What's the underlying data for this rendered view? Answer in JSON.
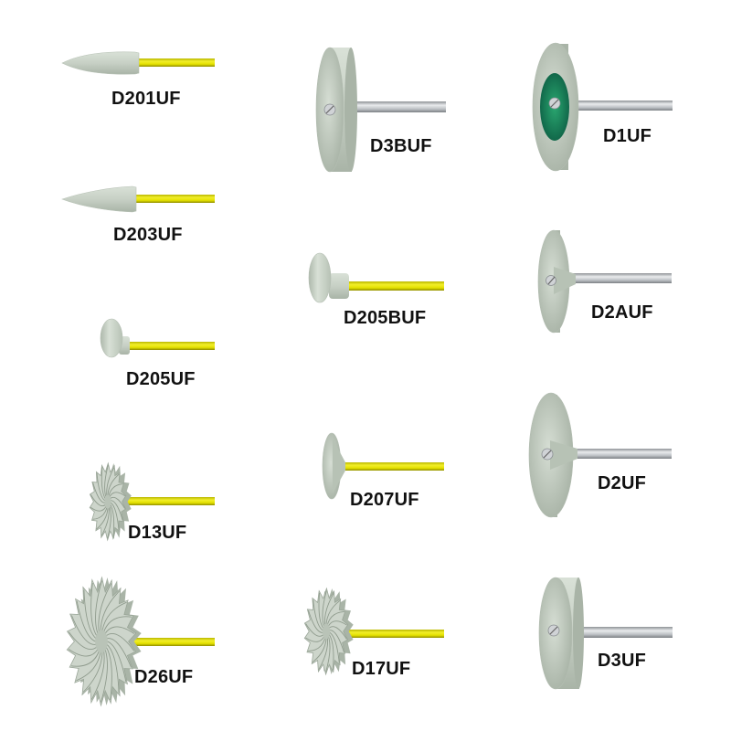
{
  "products": [
    {
      "code": "D201UF",
      "shape": "cone",
      "shank": "yellow"
    },
    {
      "code": "D203UF",
      "shape": "long-cone",
      "shank": "yellow"
    },
    {
      "code": "D205UF",
      "shape": "small-cup",
      "shank": "yellow"
    },
    {
      "code": "D13UF",
      "shape": "spiral-wheel",
      "shank": "yellow"
    },
    {
      "code": "D26UF",
      "shape": "spiral-wheel",
      "shank": "yellow"
    },
    {
      "code": "D3BUF",
      "shape": "thick-wheel",
      "shank": "steel"
    },
    {
      "code": "D205BUF",
      "shape": "cup",
      "shank": "yellow"
    },
    {
      "code": "D207UF",
      "shape": "disc",
      "shank": "yellow"
    },
    {
      "code": "D17UF",
      "shape": "spiral-wheel",
      "shank": "yellow"
    },
    {
      "code": "D1UF",
      "shape": "disc-with-green-hub",
      "shank": "steel"
    },
    {
      "code": "D2AUF",
      "shape": "thin-disc",
      "shank": "steel"
    },
    {
      "code": "D2UF",
      "shape": "large-thin-disc",
      "shank": "steel"
    },
    {
      "code": "D3UF",
      "shape": "thick-wheel",
      "shank": "steel"
    }
  ],
  "colors": {
    "rubber": "#c9d2c7",
    "rubber_dark": "#9aa698",
    "shank_yellow": "#e3e000",
    "shank_steel": "#bcc0c4",
    "hub_green": "#1e8f5e",
    "label": "#111111"
  }
}
